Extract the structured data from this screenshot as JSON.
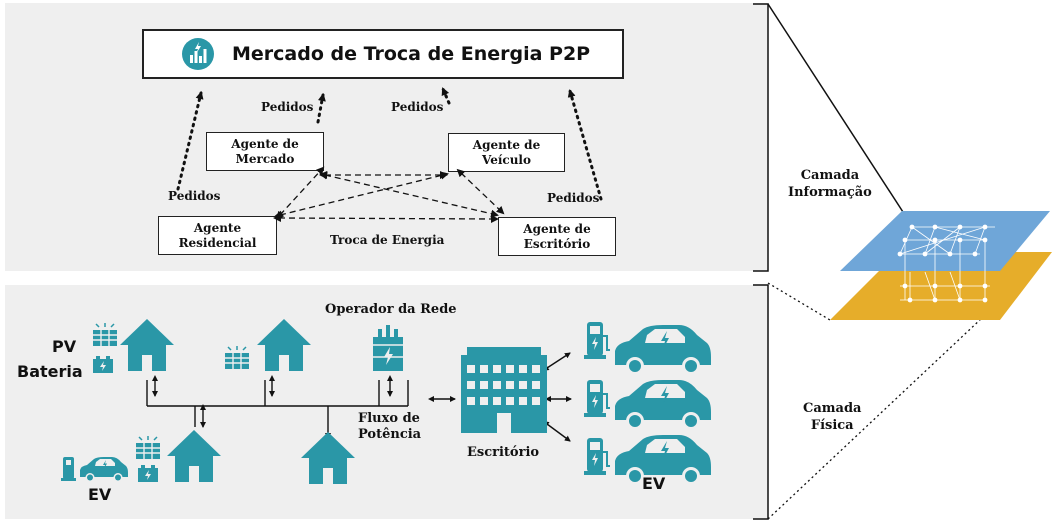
{
  "info_layer": {
    "title": "Mercado de Troca de Energia P2P",
    "agents": {
      "market": [
        "Agente de",
        "Mercado"
      ],
      "vehicle": [
        "Agente de",
        "Veículo"
      ],
      "residential": [
        "Agente",
        "Residencial"
      ],
      "office": [
        "Agente de",
        "Escritório"
      ]
    },
    "requests_label": "Pedidos",
    "exchange_label": "Troca de Energia"
  },
  "physical_layer": {
    "grid_operator": "Operador da Rede",
    "pv_label": "PV",
    "battery_label": "Bateria",
    "power_flow": [
      "Fluxo de",
      "Potência"
    ],
    "office_label": "Escritório",
    "ev_label_left": "EV",
    "ev_label_right": "EV"
  },
  "layers": {
    "information": [
      "Camada",
      "Informação"
    ],
    "physical": [
      "Camada",
      "Física"
    ]
  },
  "colors": {
    "teal": "#2a97a7",
    "layer_blue": "#6fa6d8",
    "layer_gold": "#e6ad2a"
  },
  "icons": [
    "energy-market-icon",
    "house-icon",
    "solar-panel-icon",
    "battery-icon",
    "transformer-icon",
    "office-building-icon",
    "charging-station-icon",
    "electric-car-icon"
  ]
}
